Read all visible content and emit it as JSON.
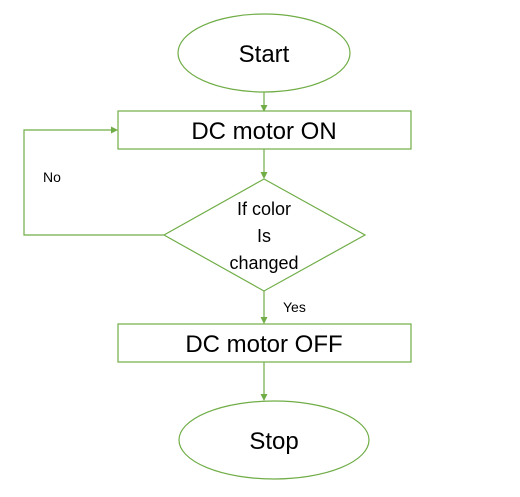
{
  "flowchart": {
    "nodes": {
      "start": {
        "shape": "ellipse",
        "label": "Start"
      },
      "motor_on": {
        "shape": "rectangle",
        "label": "DC motor ON"
      },
      "decision": {
        "shape": "diamond",
        "lines": [
          "If color",
          "Is",
          "changed"
        ]
      },
      "motor_off": {
        "shape": "rectangle",
        "label": "DC motor OFF"
      },
      "stop": {
        "shape": "ellipse",
        "label": "Stop"
      }
    },
    "edges": {
      "no_label": "No",
      "yes_label": "Yes"
    },
    "colors": {
      "stroke": "#70ad47",
      "text": "#000000",
      "background": "#ffffff"
    }
  }
}
